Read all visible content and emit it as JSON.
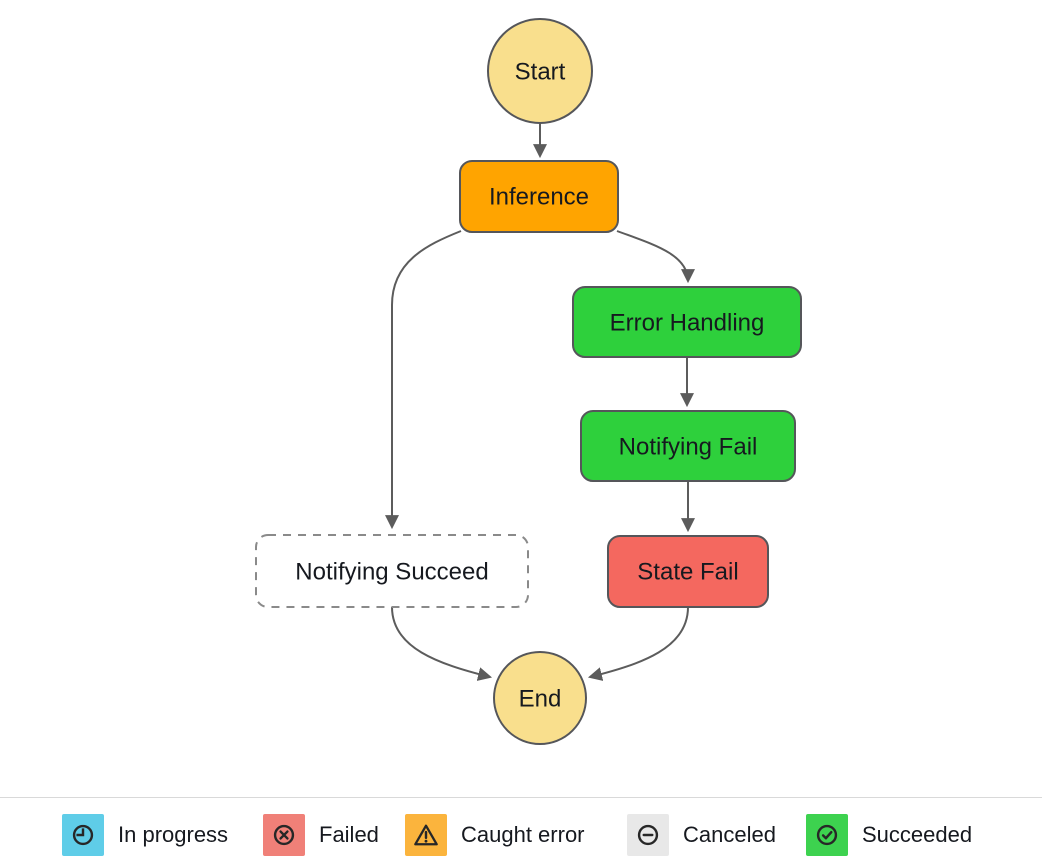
{
  "diagram": {
    "edge_color": "#5C5C5C",
    "nodes": {
      "start": {
        "label": "Start",
        "fill": "#F9DF8D"
      },
      "inference": {
        "label": "Inference",
        "fill": "#FFA400"
      },
      "error_handling": {
        "label": "Error Handling",
        "fill": "#2ED03C"
      },
      "notifying_fail": {
        "label": "Notifying Fail",
        "fill": "#2ED03C"
      },
      "state_fail": {
        "label": "State Fail",
        "fill": "#F4685F"
      },
      "notifying_succeed": {
        "label": "Notifying Succeed",
        "fill": "#FFFFFF"
      },
      "end": {
        "label": "End",
        "fill": "#F9DF8D"
      }
    },
    "edges": [
      {
        "from": "Start",
        "to": "Inference"
      },
      {
        "from": "Inference",
        "to": "Notifying Succeed"
      },
      {
        "from": "Inference",
        "to": "Error Handling"
      },
      {
        "from": "Error Handling",
        "to": "Notifying Fail"
      },
      {
        "from": "Notifying Fail",
        "to": "State Fail"
      },
      {
        "from": "Notifying Succeed",
        "to": "End"
      },
      {
        "from": "State Fail",
        "to": "End"
      }
    ]
  },
  "legend": {
    "items": [
      {
        "label": "In progress",
        "icon": "clock-icon",
        "color": "#5FCDE8"
      },
      {
        "label": "Failed",
        "icon": "circle-x-icon",
        "color": "#F08078"
      },
      {
        "label": "Caught error",
        "icon": "warning-triangle-icon",
        "color": "#FBB43D"
      },
      {
        "label": "Canceled",
        "icon": "circle-minus-icon",
        "color": "#E8E8E8"
      },
      {
        "label": "Succeeded",
        "icon": "circle-check-icon",
        "color": "#3DD24F"
      }
    ]
  }
}
